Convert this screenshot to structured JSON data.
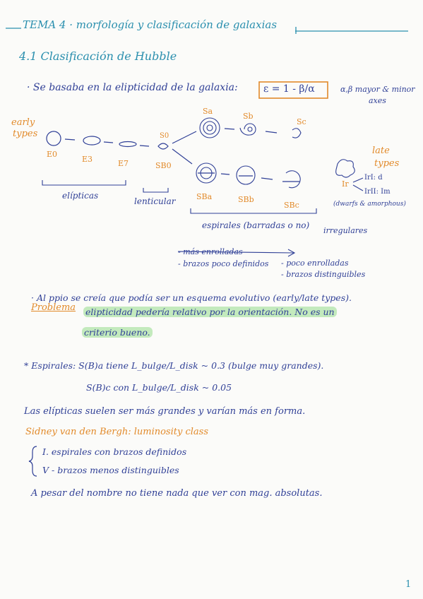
{
  "heading": {
    "title": "TEMA 4 · morfología y clasificación de galaxias",
    "section": "4.1 Clasificación de Hubble"
  },
  "intro": {
    "text": "· Se basaba en la elipticidad de la galaxia:",
    "formula": "ε = 1 - β/α",
    "note_1": "α,β mayor & minor",
    "note_2": "axes"
  },
  "diagram": {
    "early_1": "early",
    "early_2": "types",
    "late_1": "late",
    "late_2": "types",
    "e0": "E0",
    "e3": "E3",
    "e7": "E7",
    "s0": "S0",
    "sb0": "SB0",
    "sa": "Sa",
    "sb": "Sb",
    "sc": "Sc",
    "sba": "SBa",
    "sbb": "SBb",
    "sbc": "SBc",
    "ir": "Ir",
    "ir1": "IrI: d",
    "ir2": "IrII: Im",
    "ir_note": "(dwarfs & amorphous)",
    "lbl_elipticas": "elípticas",
    "lbl_lenticular": "lenticular",
    "lbl_espirales": "espirales (barradas o no)",
    "lbl_irregulares": "irregulares",
    "trend_left_1": "- más enrolladas",
    "trend_left_2": "- brazos poco definidos",
    "trend_right_1": "- poco enrolladas",
    "trend_right_2": "- brazos distinguibles"
  },
  "notes": {
    "p1": "· Al ppio se creía que podía ser un esquema evolutivo (early/late types).",
    "p2_label": "Problema",
    "p2_a": "elipticidad pedería relativo por la orientación. No es un",
    "p2_b": "criterio bueno.",
    "p3_a": "* Espirales:   S(B)a  tiene  L_bulge/L_disk ~ 0.3  (bulge muy grandes).",
    "p3_b": "S(B)c  con  L_bulge/L_disk ~ 0.05",
    "p4": "Las elípticas suelen ser más grandes y varían más en forma.",
    "p5": "Sidney van den Bergh: luminosity class",
    "p6": "I. espirales con brazos definidos",
    "p7": "V - brazos menos distinguibles",
    "p8": "A pesar del nombre no tiene nada que ver con mag. absolutas."
  },
  "page_number": "1"
}
